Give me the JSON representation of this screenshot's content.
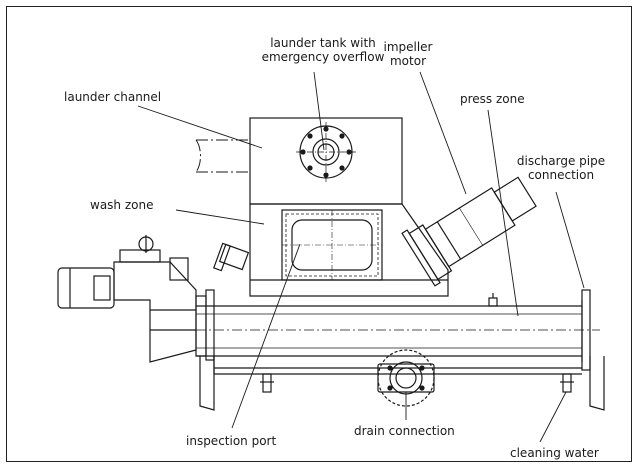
{
  "labels": {
    "launder_tank_line1": "launder tank with",
    "launder_tank_line2": "emergency overflow",
    "impeller_line1": "impeller",
    "impeller_line2": "motor",
    "launder_channel": "launder channel",
    "press_zone": "press zone",
    "discharge_line1": "discharge pipe",
    "discharge_line2": "connection",
    "wash_zone": "wash zone",
    "inspection_port": "inspection port",
    "drain_connection": "drain connection",
    "cleaning_water": "cleaning water"
  },
  "colors": {
    "line": "#1a1a1a",
    "background": "#ffffff"
  }
}
